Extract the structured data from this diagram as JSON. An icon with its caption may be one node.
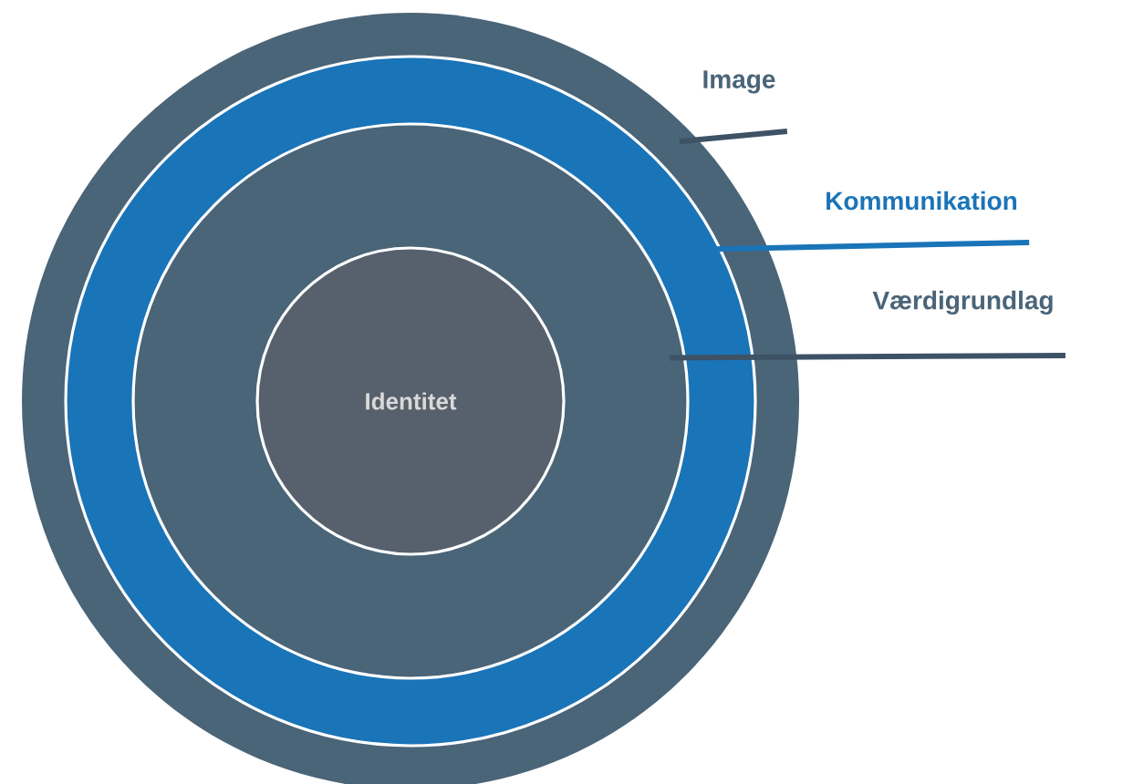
{
  "diagram": {
    "nodes": [
      {
        "text": [],
        "shape": "circle"
      },
      {
        "text": [],
        "shape": "circle",
        "in": 0
      },
      {
        "text": [],
        "shape": "circle",
        "in": 1
      },
      {
        "text": [
          "Identitet"
        ],
        "in": 2
      },
      {
        "text": [
          "Image"
        ]
      },
      {
        "text": [
          "Kommunikation"
        ]
      },
      {
        "text": [
          "Værdigrundlag"
        ]
      }
    ],
    "edges": [
      {
        "from": 4,
        "to": 0,
        "arrow": "none"
      },
      {
        "from": 5,
        "to": 1,
        "arrow": "none",
        "color": "#1a74b8"
      },
      {
        "from": 6,
        "to": 2,
        "arrow": "none"
      }
    ]
  }
}
